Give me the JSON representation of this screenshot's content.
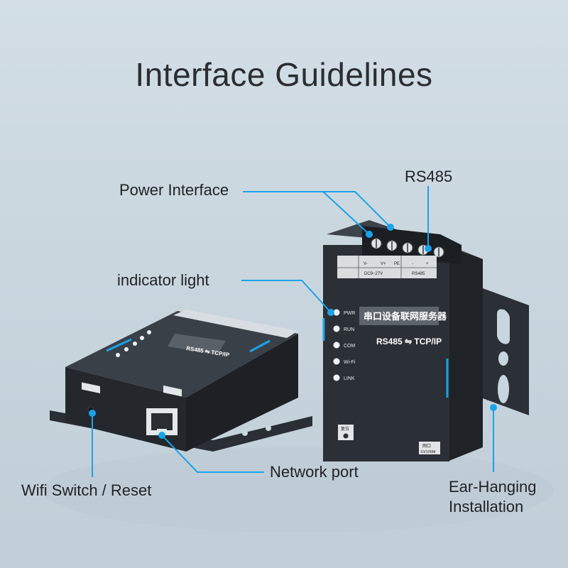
{
  "title": "Interface Guidelines",
  "labels": {
    "power_interface": "Power Interface",
    "rs485": "RS485",
    "indicator_light": "indicator light",
    "network_port": "Network port",
    "wifi_switch_reset": "Wifi Switch / Reset",
    "ear_hanging_line1": "Ear-Hanging",
    "ear_hanging_line2": "Installation"
  },
  "device": {
    "panel_title": "串口设备联网服务器",
    "panel_subtitle": "RS485 ⇋ TCP/IP",
    "leds": [
      "PWR",
      "RUN",
      "COM",
      "Wi-Fi",
      "LINK"
    ],
    "terminal_labels": [
      "V-",
      "V+",
      "PE",
      "-",
      "+"
    ],
    "voltage": "DC9~27V",
    "rs485_tag": "RS485",
    "reset_tag": "复位",
    "net_tag_line1": "网口",
    "net_tag_line2": "10/100M"
  },
  "colors": {
    "accent": "#1aa3e8",
    "device_body": "#2b3036",
    "background": "#cdd9e1"
  }
}
